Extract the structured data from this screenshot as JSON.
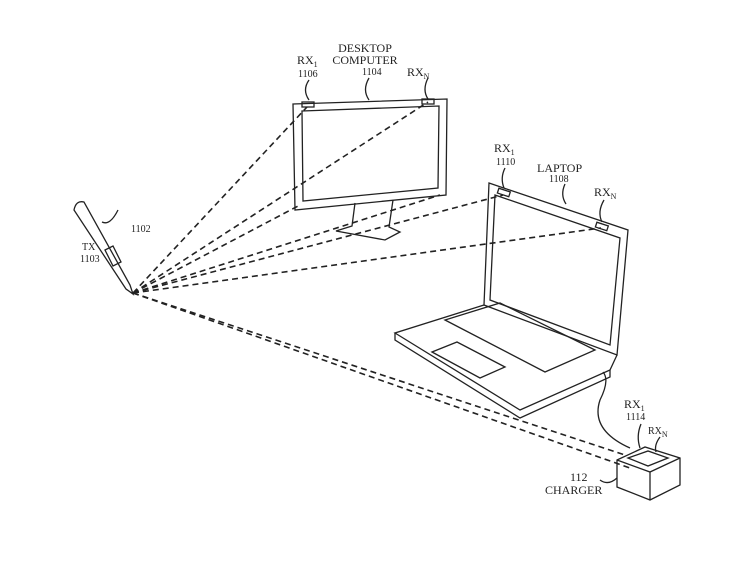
{
  "desktop": {
    "name_line1": "DESKTOP",
    "name_line2": "COMPUTER",
    "ref": "1104",
    "rx1": {
      "label": "RX",
      "sub": "1",
      "ref": "1106"
    },
    "rxn": {
      "label": "RX",
      "sub": "N"
    }
  },
  "stylus": {
    "ref": "1102",
    "tx_label": "TX",
    "tx_ref": "1103"
  },
  "laptop": {
    "name": "LAPTOP",
    "ref": "1108",
    "rx1": {
      "label": "RX",
      "sub": "1",
      "ref": "1110"
    },
    "rxn": {
      "label": "RX",
      "sub": "N"
    }
  },
  "charger": {
    "name": "CHARGER",
    "ref": "112",
    "rx1": {
      "label": "RX",
      "sub": "1",
      "ref": "1114"
    },
    "rxn": {
      "label": "RX",
      "sub": "N"
    }
  }
}
